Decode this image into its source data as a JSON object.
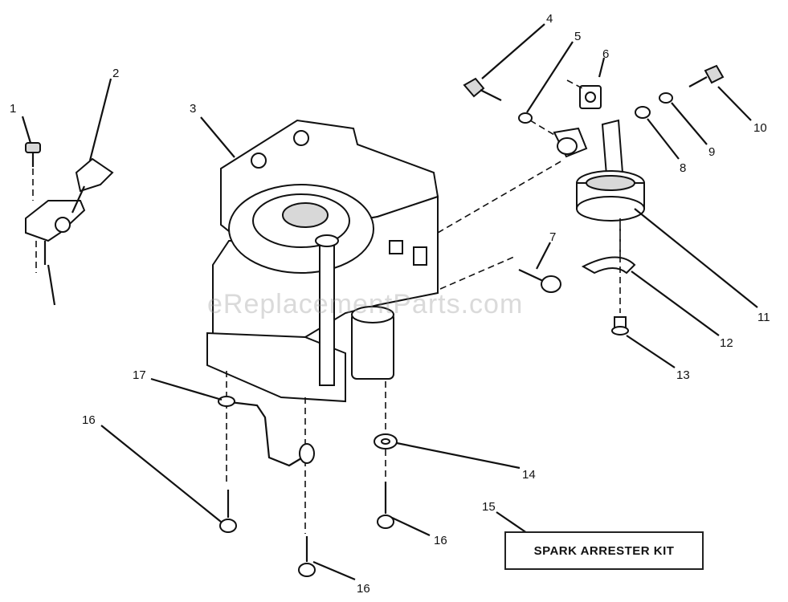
{
  "kit_label": "SPARK ARRESTER KIT",
  "watermark": "eReplacementParts.com",
  "callouts": [
    "1",
    "2",
    "3",
    "4",
    "5",
    "6",
    "7",
    "8",
    "9",
    "10",
    "11",
    "12",
    "13",
    "14",
    "15",
    "16",
    "16",
    "16",
    "17"
  ]
}
